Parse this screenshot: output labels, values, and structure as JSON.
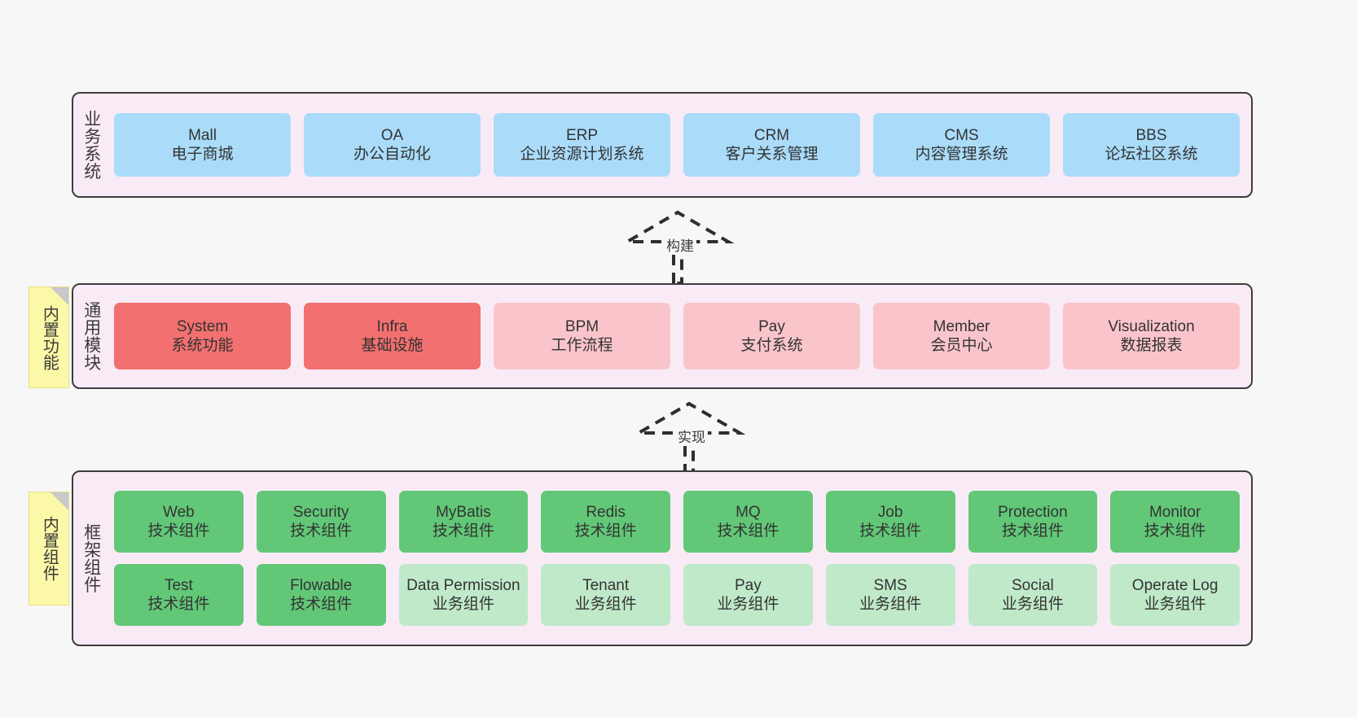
{
  "page": {
    "background": "#f7f7f7",
    "accent_panel": "#f9ebf5",
    "border": "#3d3d3d"
  },
  "notes": [
    {
      "id": "builtin-function",
      "text": "内置功能",
      "color": "#fbf8a8"
    },
    {
      "id": "builtin-component",
      "text": "内置组件",
      "color": "#fbf8a8"
    }
  ],
  "arrows": [
    {
      "id": "build",
      "label": "构建",
      "style": "dashed-hollow-up"
    },
    {
      "id": "implement",
      "label": "实现",
      "style": "dashed-hollow-up"
    }
  ],
  "layers": [
    {
      "id": "business-system",
      "title": "业务系统",
      "color": "#aadcfa",
      "rows": [
        [
          {
            "name": "Mall",
            "desc": "电子商城",
            "color": "#aadcfa"
          },
          {
            "name": "OA",
            "desc": "办公自动化",
            "color": "#aadcfa"
          },
          {
            "name": "ERP",
            "desc": "企业资源计划系统",
            "color": "#aadcfa"
          },
          {
            "name": "CRM",
            "desc": "客户关系管理",
            "color": "#aadcfa"
          },
          {
            "name": "CMS",
            "desc": "内容管理系统",
            "color": "#aadcfa"
          },
          {
            "name": "BBS",
            "desc": "论坛社区系统",
            "color": "#aadcfa"
          }
        ]
      ]
    },
    {
      "id": "common-module",
      "title": "通用模块",
      "color": "#f28b8b",
      "rows": [
        [
          {
            "name": "System",
            "desc": "系统功能",
            "color": "#f2706f"
          },
          {
            "name": "Infra",
            "desc": "基础设施",
            "color": "#f2706f"
          },
          {
            "name": "BPM",
            "desc": "工作流程",
            "color": "#fac5ca"
          },
          {
            "name": "Pay",
            "desc": "支付系统",
            "color": "#fac5ca"
          },
          {
            "name": "Member",
            "desc": "会员中心",
            "color": "#fac5ca"
          },
          {
            "name": "Visualization",
            "desc": "数据报表",
            "color": "#fac5ca"
          }
        ]
      ]
    },
    {
      "id": "framework-component",
      "title": "框架组件",
      "color": "#62c878",
      "rows": [
        [
          {
            "name": "Web",
            "desc": "技术组件",
            "color": "#62c878"
          },
          {
            "name": "Security",
            "desc": "技术组件",
            "color": "#62c878"
          },
          {
            "name": "MyBatis",
            "desc": "技术组件",
            "color": "#62c878"
          },
          {
            "name": "Redis",
            "desc": "技术组件",
            "color": "#62c878"
          },
          {
            "name": "MQ",
            "desc": "技术组件",
            "color": "#62c878"
          },
          {
            "name": "Job",
            "desc": "技术组件",
            "color": "#62c878"
          },
          {
            "name": "Protection",
            "desc": "技术组件",
            "color": "#62c878"
          },
          {
            "name": "Monitor",
            "desc": "技术组件",
            "color": "#62c878"
          }
        ],
        [
          {
            "name": "Test",
            "desc": "技术组件",
            "color": "#62c878"
          },
          {
            "name": "Flowable",
            "desc": "技术组件",
            "color": "#62c878"
          },
          {
            "name": "Data Permission",
            "desc": "业务组件",
            "color": "#c0e9c9",
            "wrap": true
          },
          {
            "name": "Tenant",
            "desc": "业务组件",
            "color": "#c0e9c9"
          },
          {
            "name": "Pay",
            "desc": "业务组件",
            "color": "#c0e9c9"
          },
          {
            "name": "SMS",
            "desc": "业务组件",
            "color": "#c0e9c9"
          },
          {
            "name": "Social",
            "desc": "业务组件",
            "color": "#c0e9c9"
          },
          {
            "name": "Operate Log",
            "desc": "业务组件",
            "color": "#c0e9c9"
          }
        ]
      ]
    }
  ]
}
